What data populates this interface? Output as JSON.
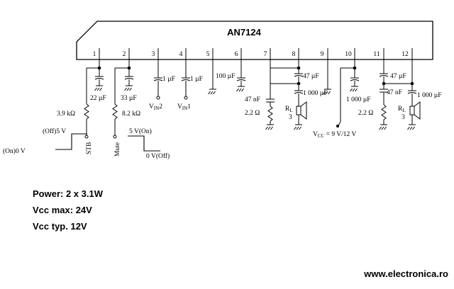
{
  "chip": {
    "name": "AN7124",
    "pins": [
      "1",
      "2",
      "3",
      "4",
      "5",
      "6",
      "7",
      "8",
      "9",
      "10",
      "11",
      "12"
    ]
  },
  "components": {
    "c1": "22 µF",
    "c2": "33 µF",
    "c3": "1 µF",
    "c4": "1 µF",
    "c6": "100 µF",
    "c7": "47 nF",
    "c8a": "47 µF",
    "c8b": "1 000 µF",
    "c10": "1 000 µF",
    "c11a": "47 µF",
    "c11b": "47 nF",
    "c12": "1 000 µF",
    "r1": "3.9 kΩ",
    "r2": "8.2 kΩ",
    "r7": "2.2 Ω",
    "r11": "2.2 Ω",
    "rl_left": {
      "label": "R",
      "sub": "L",
      "value": "3"
    },
    "rl_right": {
      "label": "R",
      "sub": "L",
      "value": "3"
    }
  },
  "inputs": {
    "vin2": {
      "main": "V",
      "sub": "IN",
      "suffix": "2"
    },
    "vin1": {
      "main": "V",
      "sub": "IN",
      "suffix": "1"
    }
  },
  "controls": {
    "stb_label": "STB",
    "mute_label": "Mute",
    "stb_off": "(Off)5 V",
    "stb_on": "(On)0 V",
    "mute_on": "5 V(On)",
    "mute_off": "0 V(Off)"
  },
  "supply": {
    "main": "V",
    "sub": "CC",
    "suffix": " = 9 V/12 V"
  },
  "specs": {
    "power": "Power: 2 x 3.1W",
    "vcc_max": "Vcc max: 24V",
    "vcc_typ": "Vcc typ. 12V"
  },
  "website": "www.electronica.ro"
}
